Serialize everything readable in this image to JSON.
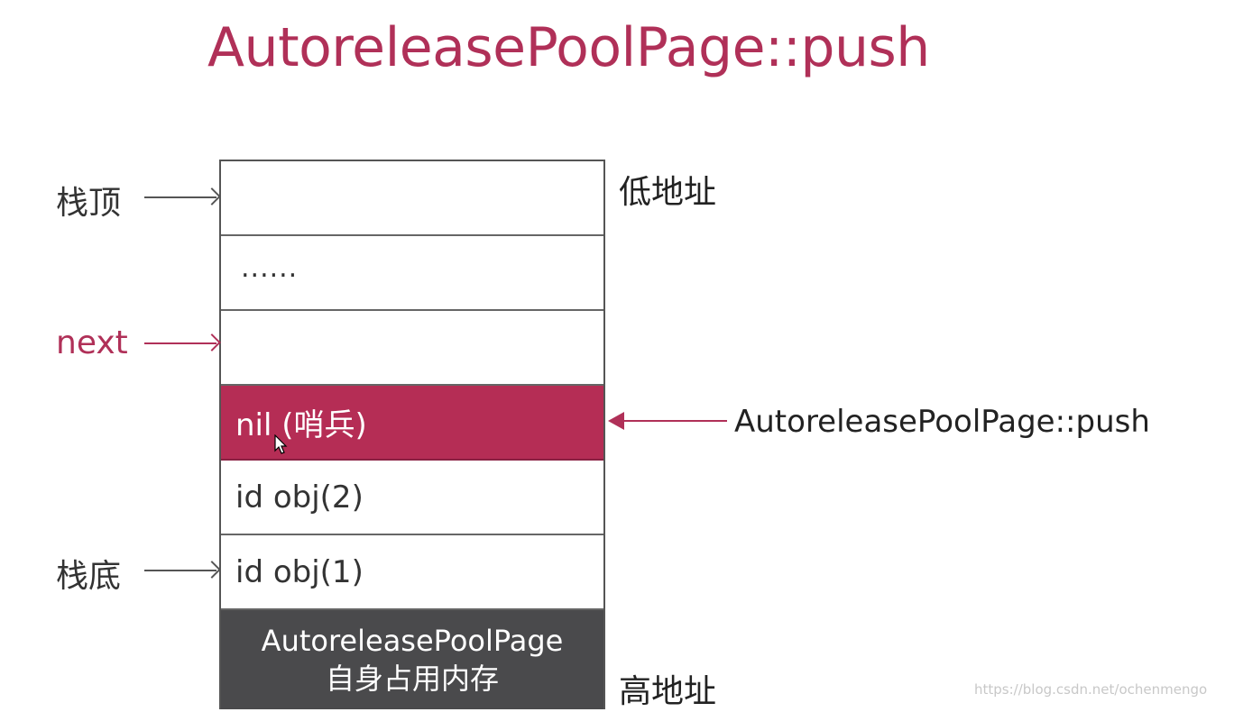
{
  "title": "AutoreleasePoolPage::push",
  "stack": {
    "cells": [
      {
        "text": ""
      },
      {
        "text": "......"
      },
      {
        "text": ""
      },
      {
        "text": "nil (哨兵)"
      },
      {
        "text": "id obj(2)"
      },
      {
        "text": "id obj(1)"
      }
    ],
    "page_self": {
      "line1": "AutoreleasePoolPage",
      "line2": "自身占用内存"
    }
  },
  "labels": {
    "stack_top": "栈顶",
    "next": "next",
    "stack_bottom": "栈底",
    "low_address": "低地址",
    "high_address": "高地址",
    "push_pointer": "AutoreleasePoolPage::push"
  },
  "watermark": "https://blog.csdn.net/ochenmengo",
  "colors": {
    "accent": "#b03058",
    "sentinel_fill": "#b52d55",
    "page_self_fill": "#4a4a4c"
  }
}
